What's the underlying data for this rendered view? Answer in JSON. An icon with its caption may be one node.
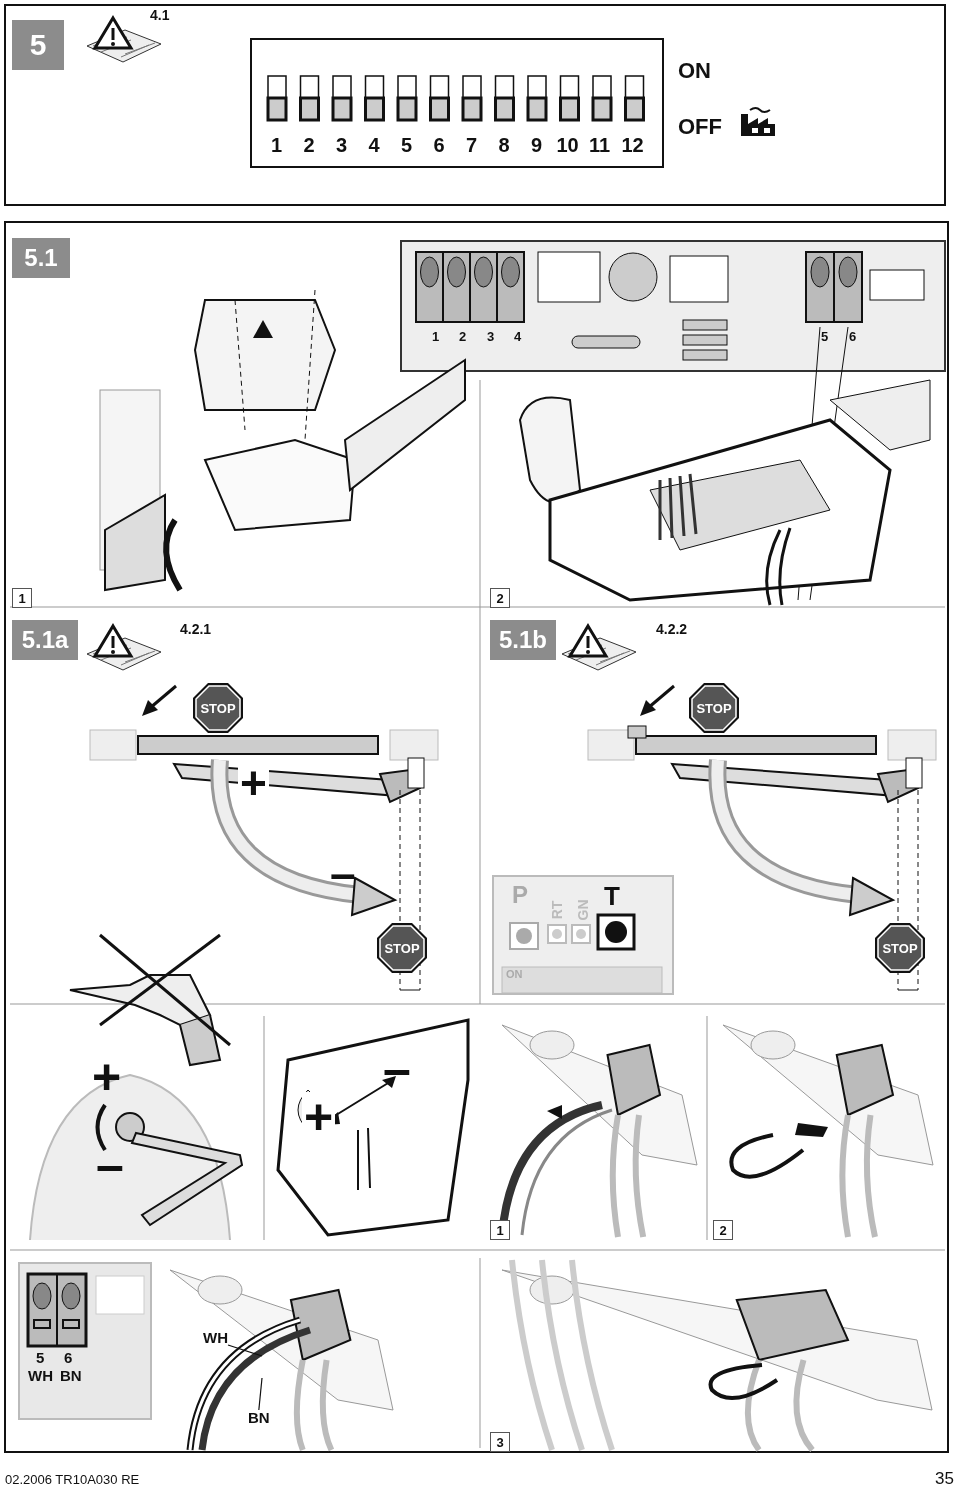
{
  "diagram": {
    "nodes": [
      {
        "text": [
          "5"
        ]
      },
      {
        "text": [
          "5.1"
        ]
      },
      {
        "text": [
          "1"
        ]
      },
      {
        "text": [
          "2"
        ]
      },
      {
        "text": [
          "5.1a"
        ]
      },
      {
        "text": [
          "STOP"
        ]
      },
      {
        "text": [
          "STOP"
        ]
      },
      {
        "text": [
          "5.1b"
        ]
      },
      {
        "text": [
          "STOP"
        ]
      },
      {
        "text": [
          "STOP"
        ]
      },
      {
        "text": [
          "1"
        ]
      },
      {
        "text": [
          "2"
        ]
      },
      {
        "text": [
          "WH"
        ]
      },
      {
        "text": [
          "BN"
        ]
      },
      {
        "text": [
          "3"
        ]
      }
    ],
    "edges": [
      {
        "from": 12,
        "to": null,
        "arrow": "none"
      },
      {
        "from": 13,
        "to": null,
        "arrow": "none"
      }
    ],
    "labels": [
      "4.1",
      "1",
      "2",
      "3",
      "4",
      "5",
      "6",
      "7",
      "8",
      "9",
      "10",
      "11",
      "12",
      "ON",
      "OFF",
      "1",
      "2",
      "3",
      "4",
      "5",
      "6",
      "4.2.1",
      "+",
      "–",
      "4.2.2",
      "P",
      "RT",
      "GN",
      "T",
      "ON",
      "+",
      "–",
      "–",
      "+",
      "5",
      "6",
      "WH",
      "BN",
      "02.2006  TR10A030  RE",
      "35"
    ]
  }
}
